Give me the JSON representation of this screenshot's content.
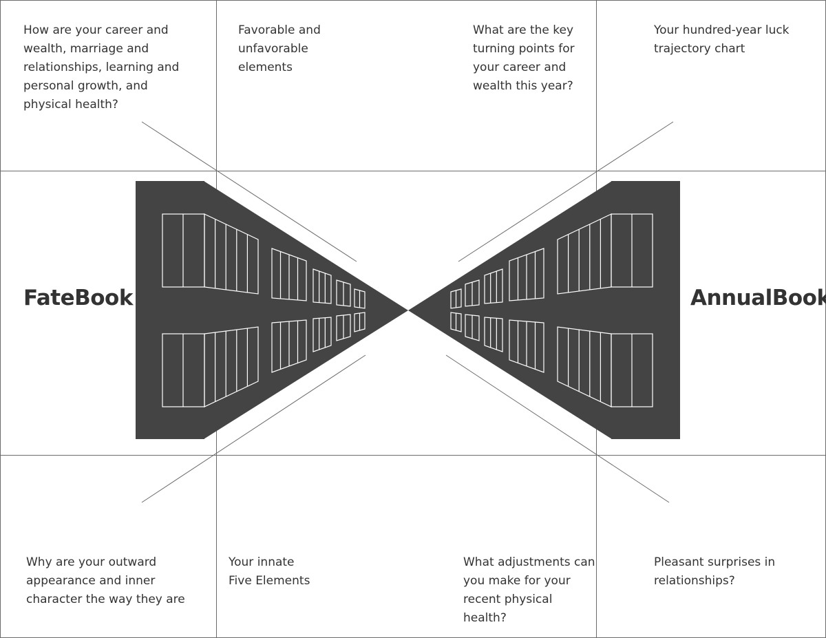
{
  "colors": {
    "background": "#ffffff",
    "grid_line": "#6b6b6b",
    "shape_fill": "#444444",
    "window_stroke": "#ffffff",
    "text": "#333333"
  },
  "left_book": {
    "title": "FateBook"
  },
  "right_book": {
    "title": "AnnualBook"
  },
  "top_row": {
    "cell1": "How are your career and\nwealth, marriage and\nrelationships, learning and\npersonal growth, and\nphysical health?",
    "cell2": "Favorable and\nunfavorable\nelements",
    "cell3": "What are the key\nturning points for\nyour career and\nwealth this year?",
    "cell4": "Your hundred-year luck\ntrajectory chart"
  },
  "bottom_row": {
    "cell1": "Why are your outward\nappearance and inner\ncharacter the way they are",
    "cell2": "Your innate\nFive Elements",
    "cell3": "What adjustments can\nyou make for your\nrecent physical\nhealth?",
    "cell4": "Pleasant surprises in\nrelationships?"
  }
}
